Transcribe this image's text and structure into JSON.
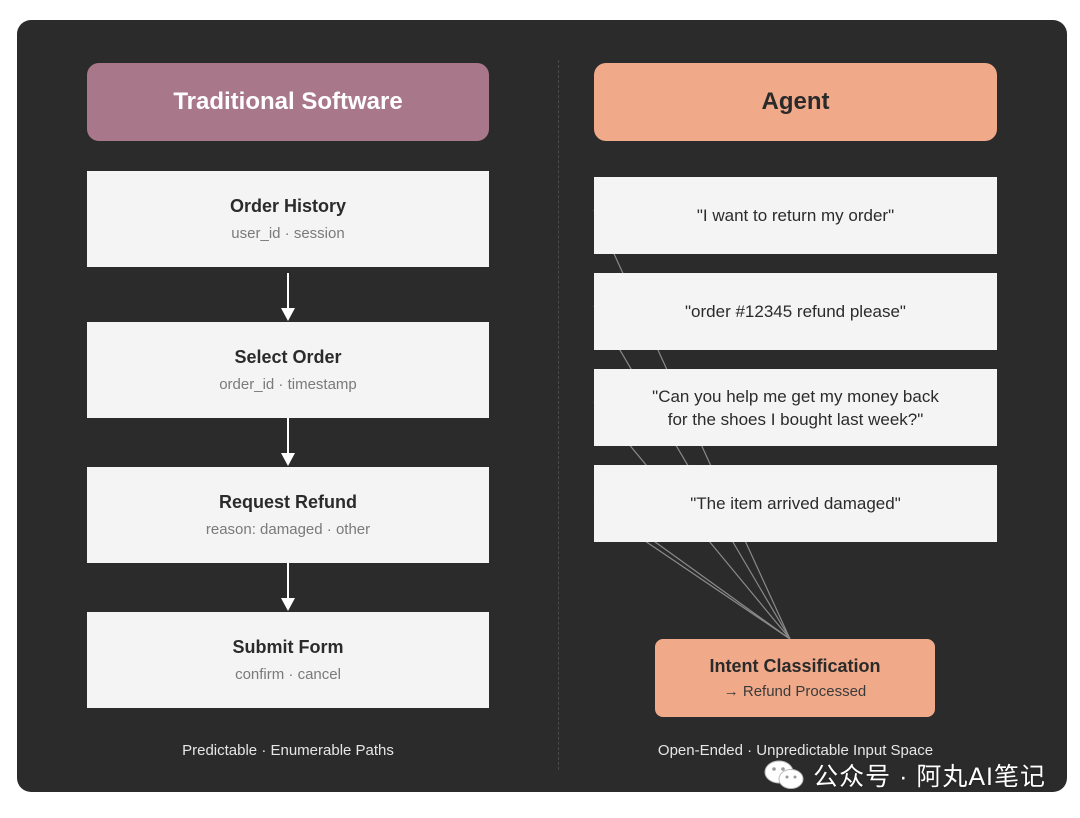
{
  "left": {
    "header": "Traditional Software",
    "steps": [
      {
        "title": "Order History",
        "sub": "user_id · session"
      },
      {
        "title": "Select Order",
        "sub": "order_id · timestamp"
      },
      {
        "title": "Request Refund",
        "sub": "reason: damaged · other"
      },
      {
        "title": "Submit Form",
        "sub": "confirm · cancel"
      }
    ],
    "caption": "Predictable · Enumerable Paths"
  },
  "right": {
    "header": "Agent",
    "quotes": [
      "\"I want to return my order\"",
      "\"order #12345 refund please\"",
      "\"Can you help me get my money back",
      "for the shoes I bought last week?\"",
      "\"The item arrived damaged\""
    ],
    "intent": {
      "title": "Intent Classification",
      "sub": "→ Refund Processed"
    },
    "caption": "Open-Ended · Unpredictable Input Space"
  },
  "watermark": "公众号 · 阿丸AI笔记",
  "colors": {
    "background": "#2b2b2b",
    "traditional_header": "#a8788a",
    "agent_header": "#f0aa8a",
    "box": "#f4f4f4",
    "connector": "#8a8a8a"
  },
  "icons": [
    "arrow-down-icon",
    "wechat-icon"
  ]
}
